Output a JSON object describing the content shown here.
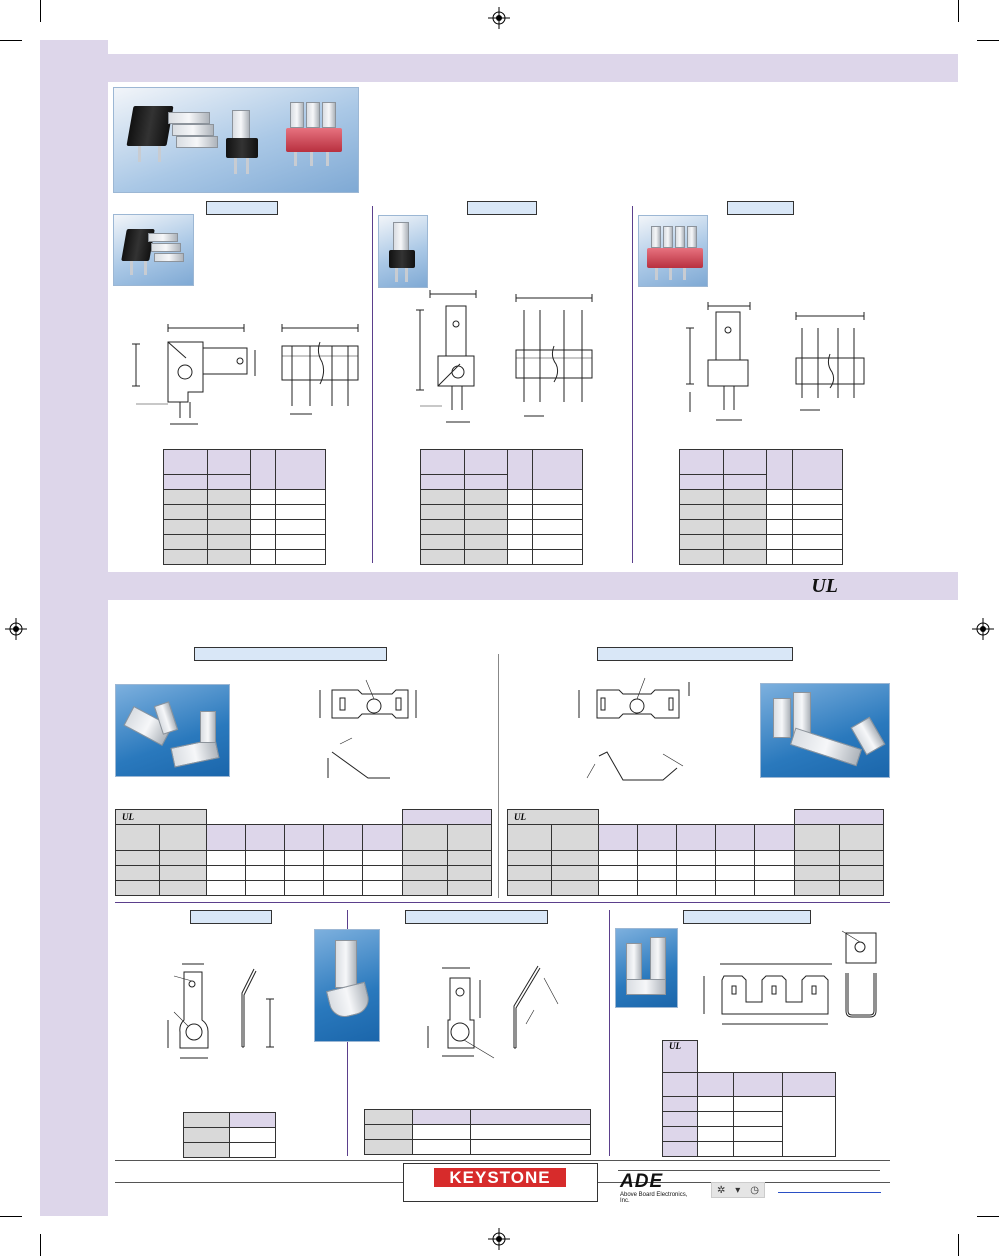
{
  "marks": {
    "ul_logo": "UL"
  },
  "brands": {
    "keystone": "KEYSTONE",
    "ade": "ADE",
    "ade_tagline": "Above Board Electronics, Inc."
  },
  "icons": [
    "gear-icon",
    "cart-icon",
    "clock-icon"
  ],
  "colors": {
    "section_band": "#ddd6ea",
    "label_box": "#d9e7f7",
    "photo_blue": "#2a79bd",
    "divider_purple": "#5b3f8c",
    "keystone_red": "#d72b2b",
    "link_blue": "#2a4fc4"
  }
}
